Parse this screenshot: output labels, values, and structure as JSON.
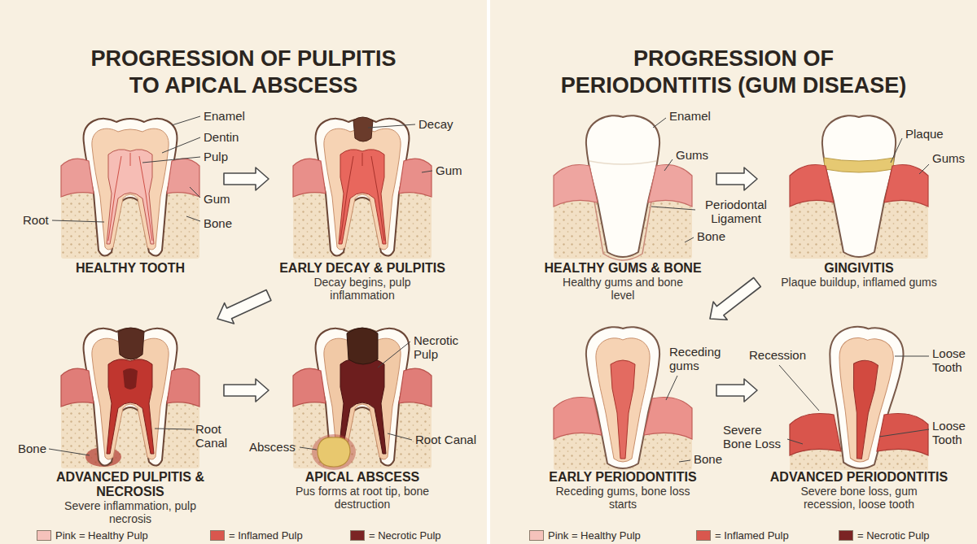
{
  "diagram": {
    "nodes": [
      {
        "text": [
          "PROGRESSION OF PULPITIS TO APICAL ABSCESS"
        ]
      },
      {
        "text": [
          "HEALTHY TOOTH"
        ],
        "in": 0
      },
      {
        "text": [
          "EARLY DECAY & PULPITIS",
          "Decay begins, pulp inflammation"
        ],
        "in": 0
      },
      {
        "text": [
          "ADVANCED PULPITIS & NECROSIS",
          "Severe inflammation, pulp necrosis"
        ],
        "in": 0
      },
      {
        "text": [
          "APICAL ABSCESS",
          "Pus forms at root tip, bone destruction"
        ],
        "in": 0
      },
      {
        "text": [
          "PROGRESSION OF PERIODONTITIS (GUM DISEASE)"
        ]
      },
      {
        "text": [
          "HEALTHY GUMS & BONE",
          "Healthy gums and bone level"
        ],
        "in": 5
      },
      {
        "text": [
          "GINGIVITIS",
          "Plaque buildup, inflamed gums"
        ],
        "in": 5
      },
      {
        "text": [
          "EARLY PERIODONTITIS",
          "Receding gums, bone loss starts"
        ],
        "in": 5
      },
      {
        "text": [
          "ADVANCED PERIODONTITIS",
          "Severe bone loss, gum recession, loose tooth"
        ],
        "in": 5
      }
    ],
    "edges": [
      {
        "from": 1,
        "to": 2,
        "arrow": "to"
      },
      {
        "from": 2,
        "to": 3,
        "arrow": "to"
      },
      {
        "from": 3,
        "to": 4,
        "arrow": "to"
      },
      {
        "from": 6,
        "to": 7,
        "arrow": "to"
      },
      {
        "from": 7,
        "to": 8,
        "arrow": "to"
      },
      {
        "from": 8,
        "to": 9,
        "arrow": "to"
      }
    ],
    "labels": [
      "Enamel",
      "Dentin",
      "Pulp",
      "Gum",
      "Root",
      "Bone",
      "Decay",
      "Gum",
      "Bone",
      "Root Canal",
      "Necrotic Pulp",
      "Abscess",
      "Root Canal",
      "Enamel",
      "Gums",
      "Periodontal Ligament",
      "Bone",
      "Plaque",
      "Gums",
      "Receding gums",
      "Bone",
      "Recession",
      "Loose Tooth",
      "Severe Bone Loss",
      "Loose Tooth"
    ],
    "legend": [
      {
        "text": "Pink = Healthy Pulp",
        "color": "#f5c2bb"
      },
      {
        "text": "= Inflamed Pulp",
        "color": "#d9574e"
      },
      {
        "text": "= Necrotic Pulp",
        "color": "#7b2424"
      },
      {
        "text": "Pink = Healthy Pulp",
        "color": "#f5c2bb"
      },
      {
        "text": "= Inflamed Pulp",
        "color": "#d9574e"
      },
      {
        "text": "= Necrotic Pulp",
        "color": "#7b2424"
      }
    ]
  }
}
